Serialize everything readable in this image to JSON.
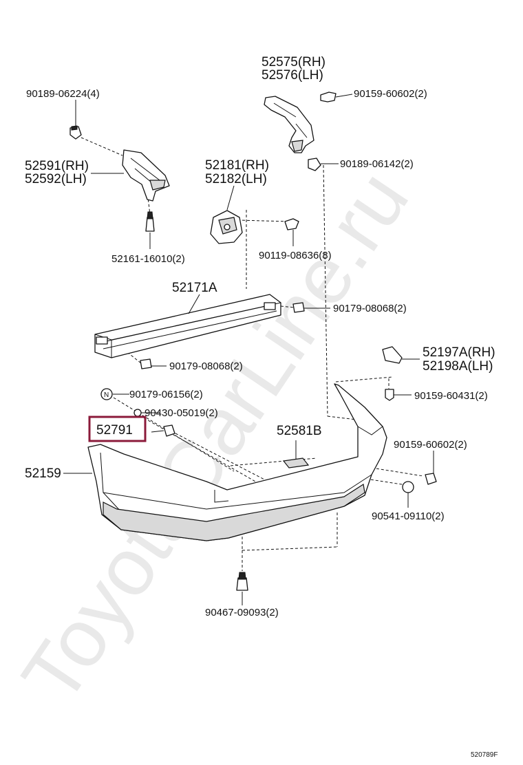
{
  "watermark": "ToyotaCarLine.ru",
  "diagram_code": "520789F",
  "highlight": {
    "accent_color": "#8b1a3a"
  },
  "parts": {
    "p_90189_06224": "90189-06224(4)",
    "p_52591": "52591(RH)",
    "p_52592": "52592(LH)",
    "p_52161": "52161-16010(2)",
    "p_52575": "52575(RH)",
    "p_52576": "52576(LH)",
    "p_90159_60602_top": "90159-60602(2)",
    "p_90189_06142": "90189-06142(2)",
    "p_52181": "52181(RH)",
    "p_52182": "52182(LH)",
    "p_90119_08636": "90119-08636(8)",
    "p_52171A": "52171A",
    "p_90179_08068_right": "90179-08068(2)",
    "p_90179_08068_left": "90179-08068(2)",
    "p_52197A": "52197A(RH)",
    "p_52198A": "52198A(LH)",
    "p_90179_06156": "90179-06156(2)",
    "p_90159_60431": "90159-60431(2)",
    "p_90430_05019": "90430-05019(2)",
    "p_52791": "52791",
    "p_52581B": "52581B",
    "p_90159_60602_bottom": "90159-60602(2)",
    "p_52159": "52159",
    "p_90541_09110": "90541-09110(2)",
    "p_90467_09093": "90467-09093(2)",
    "n_marker": "N"
  }
}
